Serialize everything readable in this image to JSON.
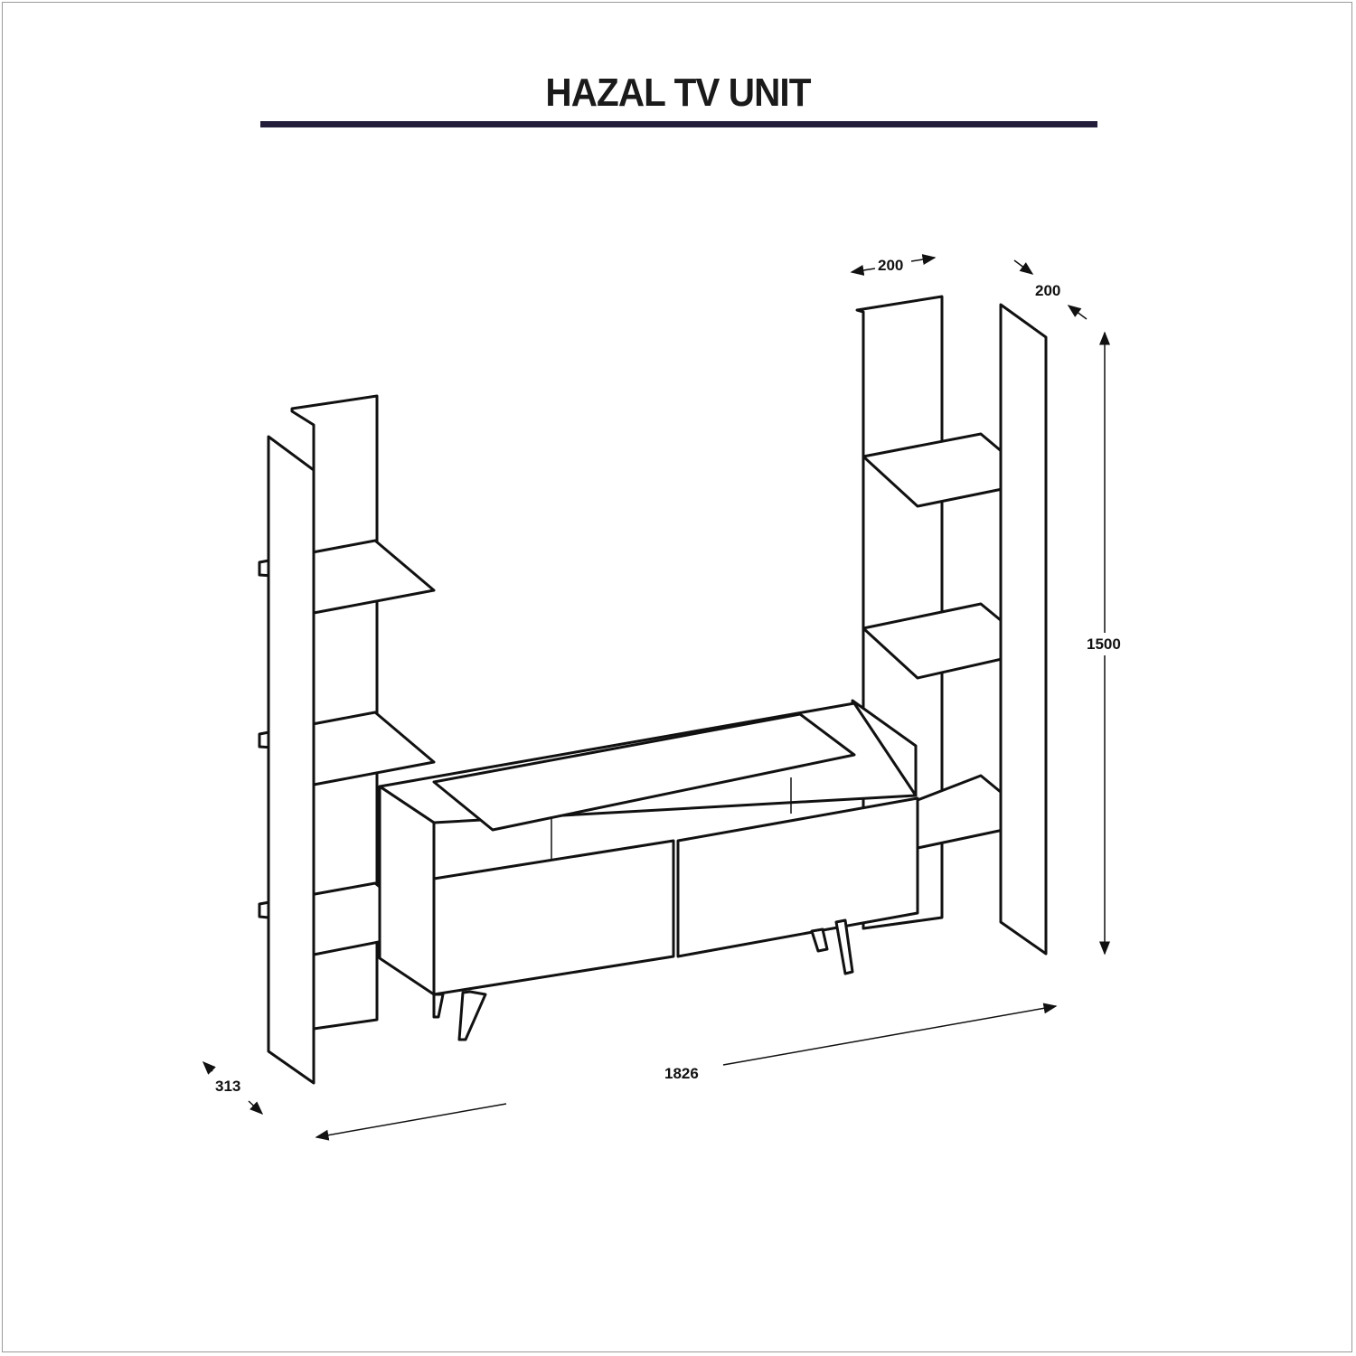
{
  "title": "HAZAL TV UNIT",
  "accent_color": "#231d3a",
  "dimensions": {
    "width": "1826",
    "height": "1500",
    "depth": "313",
    "tower_width": "200",
    "tower_depth": "200"
  }
}
